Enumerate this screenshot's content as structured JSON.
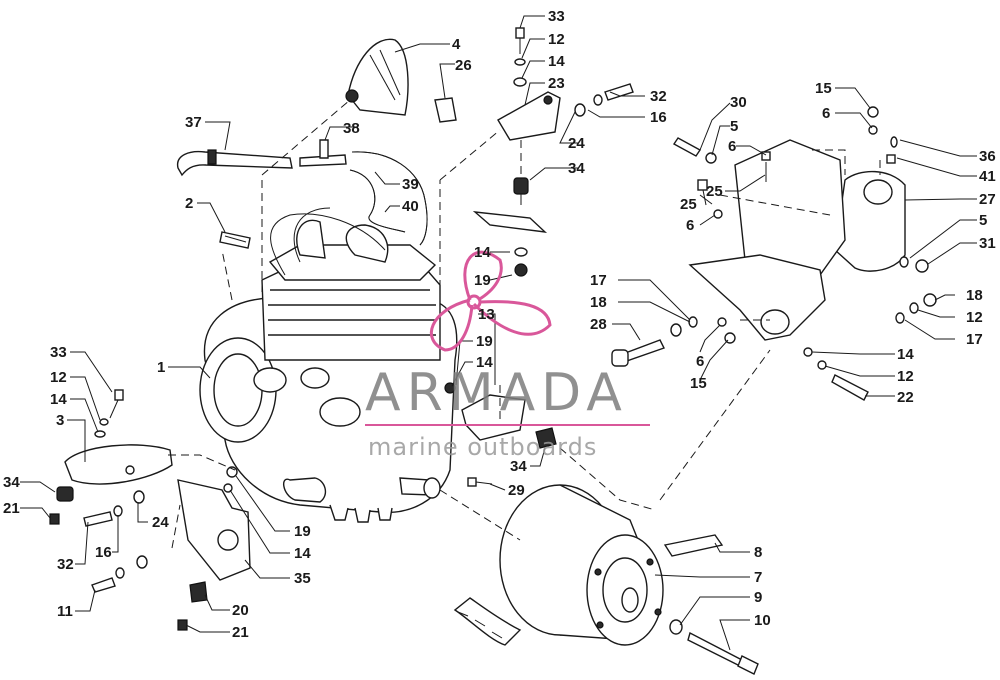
{
  "watermark": {
    "brand": "ARMADA",
    "tagline": "marine outboards",
    "accent_color": "#d9579a"
  },
  "callouts": [
    {
      "id": "c33a",
      "label": "33"
    },
    {
      "id": "c12a",
      "label": "12"
    },
    {
      "id": "c14a",
      "label": "14"
    },
    {
      "id": "c23",
      "label": "23"
    },
    {
      "id": "c32a",
      "label": "32"
    },
    {
      "id": "c16a",
      "label": "16"
    },
    {
      "id": "c24a",
      "label": "24"
    },
    {
      "id": "c34a",
      "label": "34"
    },
    {
      "id": "c4",
      "label": "4"
    },
    {
      "id": "c26",
      "label": "26"
    },
    {
      "id": "c37",
      "label": "37"
    },
    {
      "id": "c38",
      "label": "38"
    },
    {
      "id": "c39",
      "label": "39"
    },
    {
      "id": "c40",
      "label": "40"
    },
    {
      "id": "c2",
      "label": "2"
    },
    {
      "id": "c14b",
      "label": "14"
    },
    {
      "id": "c19a",
      "label": "19"
    },
    {
      "id": "c13",
      "label": "13"
    },
    {
      "id": "c19b",
      "label": "19"
    },
    {
      "id": "c14c",
      "label": "14"
    },
    {
      "id": "c1",
      "label": "1"
    },
    {
      "id": "c33b",
      "label": "33"
    },
    {
      "id": "c12b",
      "label": "12"
    },
    {
      "id": "c14d",
      "label": "14"
    },
    {
      "id": "c3",
      "label": "3"
    },
    {
      "id": "c34b",
      "label": "34"
    },
    {
      "id": "c21a",
      "label": "21"
    },
    {
      "id": "c32b",
      "label": "32"
    },
    {
      "id": "c16b",
      "label": "16"
    },
    {
      "id": "c24b",
      "label": "24"
    },
    {
      "id": "c11",
      "label": "11"
    },
    {
      "id": "c19c",
      "label": "19"
    },
    {
      "id": "c14e",
      "label": "14"
    },
    {
      "id": "c35",
      "label": "35"
    },
    {
      "id": "c20",
      "label": "20"
    },
    {
      "id": "c21b",
      "label": "21"
    },
    {
      "id": "c34c",
      "label": "34"
    },
    {
      "id": "c29",
      "label": "29"
    },
    {
      "id": "c8",
      "label": "8"
    },
    {
      "id": "c7",
      "label": "7"
    },
    {
      "id": "c9",
      "label": "9"
    },
    {
      "id": "c10",
      "label": "10"
    },
    {
      "id": "c30",
      "label": "30"
    },
    {
      "id": "c5a",
      "label": "5"
    },
    {
      "id": "c6a",
      "label": "6"
    },
    {
      "id": "c25a",
      "label": "25"
    },
    {
      "id": "c25b",
      "label": "25"
    },
    {
      "id": "c6b",
      "label": "6"
    },
    {
      "id": "c15a",
      "label": "15"
    },
    {
      "id": "c6c",
      "label": "6"
    },
    {
      "id": "c36",
      "label": "36"
    },
    {
      "id": "c41",
      "label": "41"
    },
    {
      "id": "c27",
      "label": "27"
    },
    {
      "id": "c5b",
      "label": "5"
    },
    {
      "id": "c31",
      "label": "31"
    },
    {
      "id": "c17a",
      "label": "17"
    },
    {
      "id": "c18a",
      "label": "18"
    },
    {
      "id": "c28",
      "label": "28"
    },
    {
      "id": "c6d",
      "label": "6"
    },
    {
      "id": "c15b",
      "label": "15"
    },
    {
      "id": "c18b",
      "label": "18"
    },
    {
      "id": "c12c",
      "label": "12"
    },
    {
      "id": "c17b",
      "label": "17"
    },
    {
      "id": "c14f",
      "label": "14"
    },
    {
      "id": "c12d",
      "label": "12"
    },
    {
      "id": "c22",
      "label": "22"
    }
  ]
}
